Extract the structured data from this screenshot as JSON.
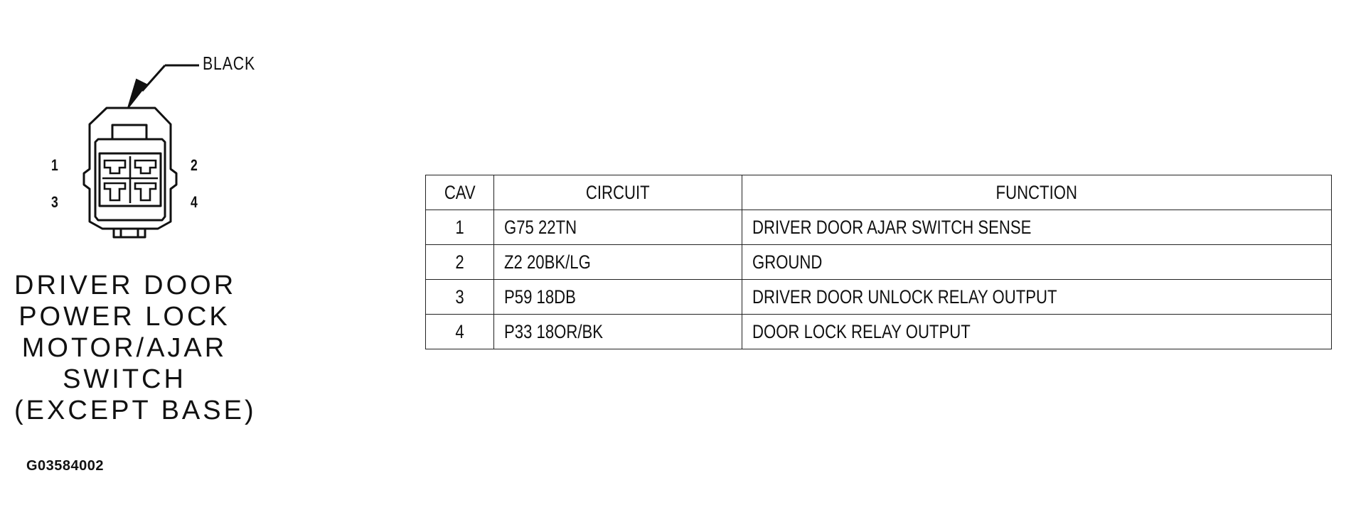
{
  "connector": {
    "color_label": "BLACK",
    "pins": {
      "pin1": "1",
      "pin2": "2",
      "pin3": "3",
      "pin4": "4"
    }
  },
  "caption": {
    "lines": [
      "DRIVER DOOR",
      "POWER LOCK",
      "MOTOR/AJAR",
      "SWITCH",
      "(EXCEPT BASE)"
    ]
  },
  "figure_id": "G03584002",
  "table": {
    "headers": [
      "CAV",
      "CIRCUIT",
      "FUNCTION"
    ],
    "rows": [
      {
        "cav": "1",
        "circuit": "G75 22TN",
        "function": "DRIVER DOOR AJAR SWITCH SENSE"
      },
      {
        "cav": "2",
        "circuit": "Z2 20BK/LG",
        "function": "GROUND"
      },
      {
        "cav": "3",
        "circuit": "P59 18DB",
        "function": "DRIVER DOOR UNLOCK RELAY OUTPUT"
      },
      {
        "cav": "4",
        "circuit": "P33 18OR/BK",
        "function": "DOOR LOCK RELAY OUTPUT"
      }
    ]
  }
}
